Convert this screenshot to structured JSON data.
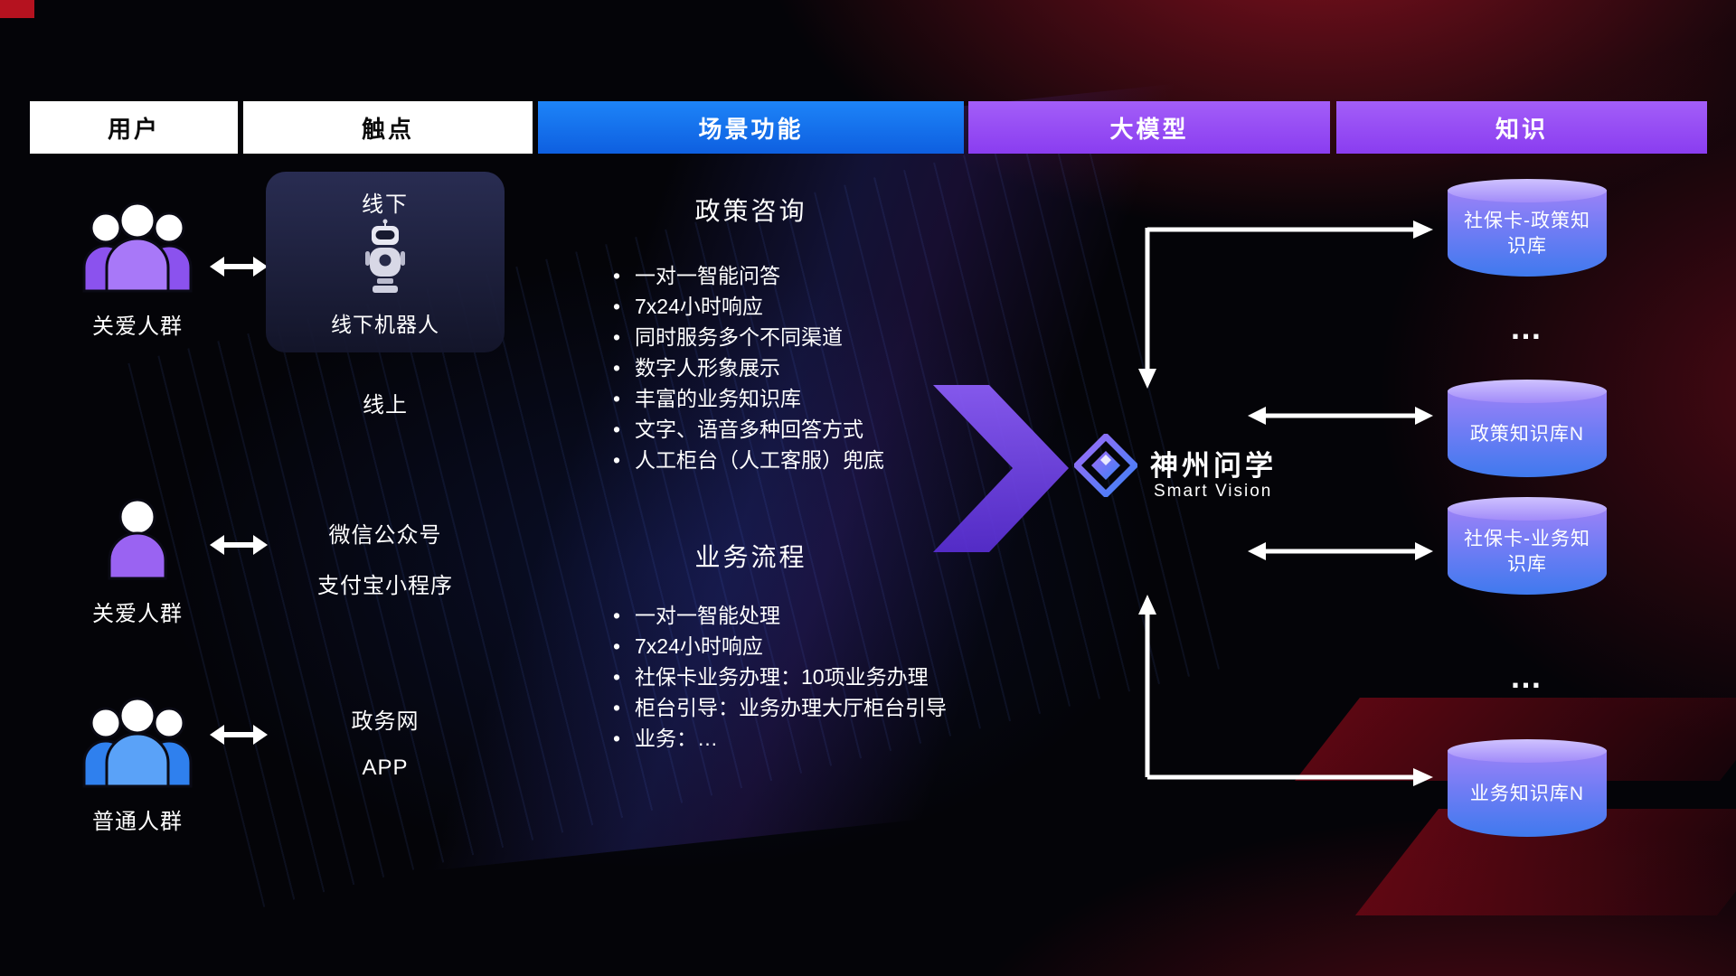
{
  "header": {
    "columns": [
      {
        "label": "用户",
        "style": "white"
      },
      {
        "label": "触点",
        "style": "white"
      },
      {
        "label": "场景功能",
        "style": "blue"
      },
      {
        "label": "大模型",
        "style": "purple"
      },
      {
        "label": "知识",
        "style": "purple"
      }
    ]
  },
  "users": [
    {
      "label": "关爱人群",
      "icon": "group-people-icon",
      "color": "#9a63f2"
    },
    {
      "label": "关爱人群",
      "icon": "person-icon",
      "color": "#9a63f2"
    },
    {
      "label": "普通人群",
      "icon": "group-people-icon",
      "color": "#3d8ef2"
    }
  ],
  "touchpoints": {
    "offline_label": "线下",
    "robot_label": "线下机器人",
    "online_label": "线上",
    "channels": [
      "微信公众号",
      "支付宝小程序",
      "政务网",
      "APP"
    ]
  },
  "scenarios": [
    {
      "title": "政策咨询",
      "items": [
        "一对一智能问答",
        "7x24小时响应",
        "同时服务多个不同渠道",
        "数字人形象展示",
        "丰富的业务知识库",
        "文字、语音多种回答方式",
        "人工柜台（人工客服）兜底"
      ]
    },
    {
      "title": "业务流程",
      "items": [
        "一对一智能处理",
        "7x24小时响应",
        "社保卡业务办理：10项业务办理",
        "柜台引导：业务办理大厅柜台引导",
        "业务：…"
      ]
    }
  ],
  "model": {
    "name": "神州问学",
    "subtitle": "Smart Vision",
    "icon": "diamond-logo-icon"
  },
  "knowledge": [
    {
      "label": "社保卡-政策知识库",
      "type": "database"
    },
    {
      "label": "…",
      "type": "ellipsis"
    },
    {
      "label": "政策知识库N",
      "type": "database"
    },
    {
      "label": "社保卡-业务知识库",
      "type": "database"
    },
    {
      "label": "…",
      "type": "ellipsis"
    },
    {
      "label": "业务知识库N",
      "type": "database"
    }
  ],
  "colors": {
    "header_blue": "#1673ec",
    "header_purple": "#9a4ff2",
    "user_purple": "#9a63f2",
    "user_blue": "#3d8ef2",
    "cylinder_top": "#c7b9ff",
    "cylinder_bottom": "#3f7aee",
    "big_arrow_purple": "#7b46ea",
    "arrow_white": "#ffffff",
    "accent_red": "#b5121f"
  }
}
